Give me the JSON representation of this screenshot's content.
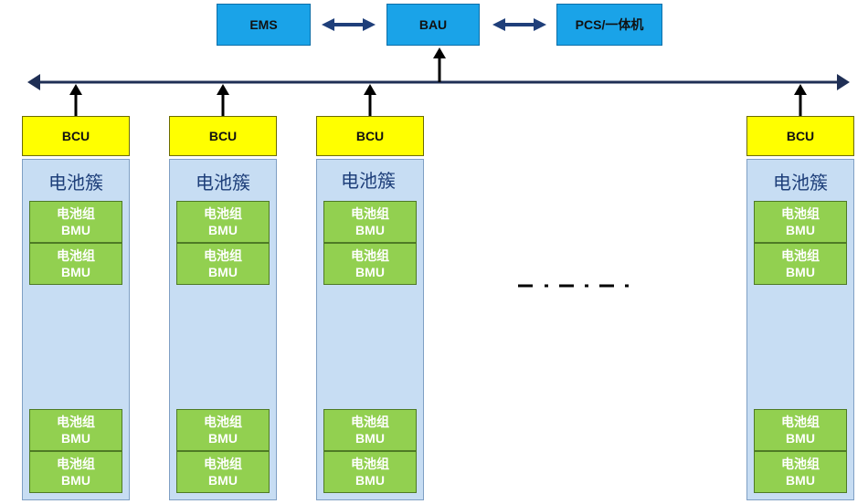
{
  "top": {
    "ems_label": "EMS",
    "bau_label": "BAU",
    "pcs_label": "PCS/一体机"
  },
  "clusters": [
    {
      "bcu_label": "BCU",
      "title": "电池簇",
      "modules": [
        {
          "line1": "电池组",
          "line2": "BMU"
        },
        {
          "line1": "电池组",
          "line2": "BMU"
        },
        {
          "line1": "电池组",
          "line2": "BMU"
        },
        {
          "line1": "电池组",
          "line2": "BMU"
        }
      ]
    },
    {
      "bcu_label": "BCU",
      "title": "电池簇",
      "modules": [
        {
          "line1": "电池组",
          "line2": "BMU"
        },
        {
          "line1": "电池组",
          "line2": "BMU"
        },
        {
          "line1": "电池组",
          "line2": "BMU"
        },
        {
          "line1": "电池组",
          "line2": "BMU"
        }
      ]
    },
    {
      "bcu_label": "BCU",
      "title": "电池簇",
      "modules": [
        {
          "line1": "电池组",
          "line2": "BMU"
        },
        {
          "line1": "电池组",
          "line2": "BMU"
        },
        {
          "line1": "电池组",
          "line2": "BMU"
        },
        {
          "line1": "电池组",
          "line2": "BMU"
        }
      ]
    },
    {
      "bcu_label": "BCU",
      "title": "电池簇",
      "modules": [
        {
          "line1": "电池组",
          "line2": "BMU"
        },
        {
          "line1": "电池组",
          "line2": "BMU"
        },
        {
          "line1": "电池组",
          "line2": "BMU"
        },
        {
          "line1": "电池组",
          "line2": "BMU"
        }
      ]
    }
  ],
  "colors": {
    "top_box": "#1aa3e8",
    "bcu": "#ffff00",
    "cluster_bg": "#c7ddf3",
    "module": "#92d050",
    "bus_line": "#1f2f55",
    "arrow_link": "#1f3f7a"
  }
}
